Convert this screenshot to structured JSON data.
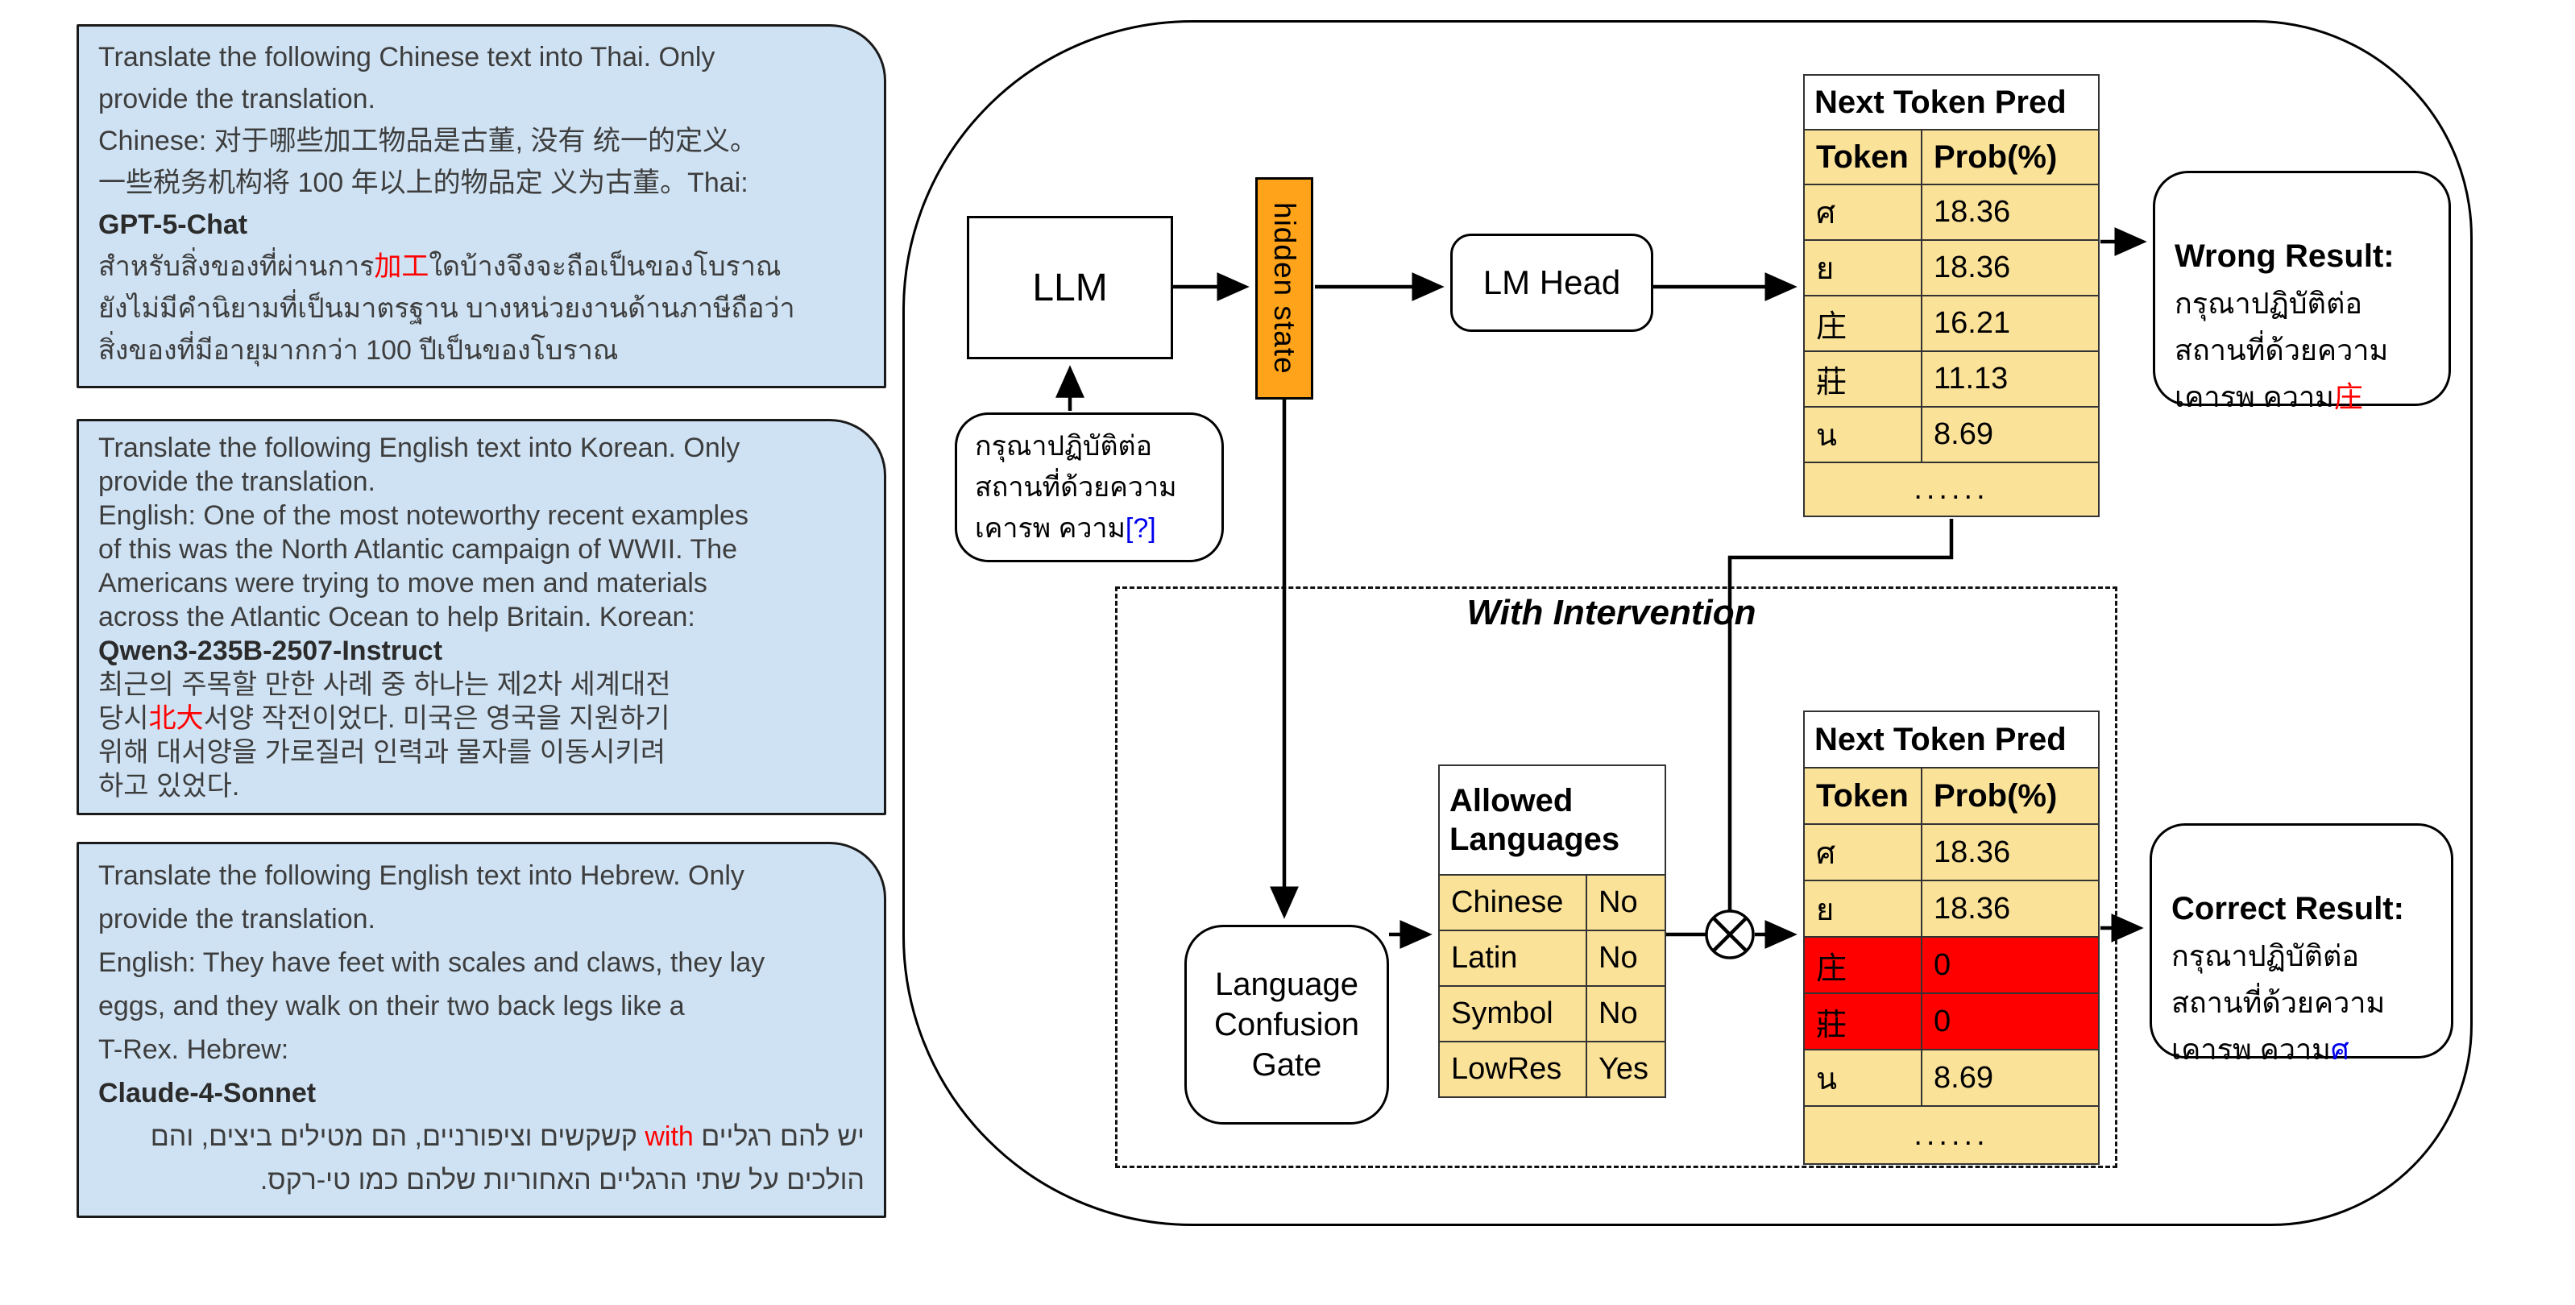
{
  "colors": {
    "panel_blue": "#CFE2F3",
    "cell_yellow": "#FBE299",
    "bar_orange": "#FFA31A",
    "blocked_red": "#FF0000",
    "wrong_token_red": "#FF0000",
    "correct_token_blue": "#0000EE"
  },
  "left_panel": {
    "boxes": [
      {
        "prompt": "Translate the following Chinese text into Thai. Only\nprovide the translation.\nChinese: 对于哪些加工物品是古董, 没有 统一的定义。\n一些税务机构将 100 年以上的物品定 义为古董。Thai:",
        "model_name": "GPT-5-Chat",
        "output_segments": [
          {
            "text": "สำหรับสิ่งของที่ผ่านการ",
            "color": ""
          },
          {
            "text": "加工",
            "color": "#FF0000"
          },
          {
            "text": "ใดบ้างจึงจะถือเป็นของโบราณ\nยังไม่มีคำนิยามที่เป็นมาตรฐาน บางหน่วยงานด้านภาษีถือว่า\nสิ่งของที่มีอายุมากกว่า 100 ปีเป็นของโบราณ",
            "color": ""
          }
        ]
      },
      {
        "prompt": "Translate the following English text into Korean. Only\nprovide the translation.\nEnglish: One of the most noteworthy recent examples\nof this was the North Atlantic campaign of WWII. The\nAmericans were trying to move men and materials\nacross the Atlantic Ocean to help Britain. Korean:",
        "model_name": "Qwen3-235B-2507-Instruct",
        "output_segments": [
          {
            "text": "최근의 주목할 만한 사례 중 하나는 제2차 세계대전\n당시",
            "color": ""
          },
          {
            "text": "北大",
            "color": "#FF0000"
          },
          {
            "text": "서양 작전이었다. 미국은 영국을 지원하기\n위해 대서양을 가로질러 인력과 물자를 이동시키려\n하고 있었다.",
            "color": ""
          }
        ]
      },
      {
        "prompt": "Translate the following English text into Hebrew. Only\nprovide the translation.\nEnglish: They have feet with scales and claws, they lay\neggs, and they walk on their two back legs like a\nT-Rex. Hebrew:",
        "model_name": "Claude-4-Sonnet",
        "output_segments": [
          {
            "text": "יש להם רגליים ",
            "color": ""
          },
          {
            "text": "with",
            "color": "#FF0000"
          },
          {
            "text": " קשקשים וציפורניים, הם מטילים ביצים, והם\nהולכים על שתי הרגליים האחוריות שלהם כמו טי-רקס.",
            "color": ""
          }
        ]
      }
    ]
  },
  "diagram": {
    "llm_label": "LLM",
    "hidden_state_label": "hidden state",
    "lm_head_label": "LM Head",
    "gate_label": "Language\nConfusion\nGate",
    "with_intervention_label": "With Intervention",
    "input_prompt": {
      "segments": [
        {
          "text": "กรุณาปฏิบัติต่อ\nสถานที่ด้วยความ\nเคารพ ความ",
          "color": ""
        },
        {
          "text": "[?]",
          "color": "#0000EE"
        }
      ]
    },
    "token_table_top": {
      "title": "Next Token Pred",
      "col_token": "Token",
      "col_prob": "Prob(%)",
      "rows": [
        {
          "token": "ศ",
          "prob": "18.36",
          "blocked": false
        },
        {
          "token": "ย",
          "prob": "18.36",
          "blocked": false
        },
        {
          "token": "庄",
          "prob": "16.21",
          "blocked": false
        },
        {
          "token": "莊",
          "prob": "11.13",
          "blocked": false
        },
        {
          "token": "น",
          "prob": "8.69",
          "blocked": false
        }
      ],
      "ellipsis": "......"
    },
    "token_table_bottom": {
      "title": "Next Token Pred",
      "col_token": "Token",
      "col_prob": "Prob(%)",
      "rows": [
        {
          "token": "ศ",
          "prob": "18.36",
          "blocked": false
        },
        {
          "token": "ย",
          "prob": "18.36",
          "blocked": false
        },
        {
          "token": "庄",
          "prob": "0",
          "blocked": true
        },
        {
          "token": "莊",
          "prob": "0",
          "blocked": true
        },
        {
          "token": "น",
          "prob": "8.69",
          "blocked": false
        }
      ],
      "ellipsis": "......"
    },
    "allowed_table": {
      "title": "Allowed\nLanguages",
      "rows": [
        {
          "lang": "Chinese",
          "allowed": "No"
        },
        {
          "lang": "Latin",
          "allowed": "No"
        },
        {
          "lang": "Symbol",
          "allowed": "No"
        },
        {
          "lang": "LowRes",
          "allowed": "Yes"
        }
      ]
    },
    "wrong_result": {
      "title": "Wrong Result:",
      "segments": [
        {
          "text": "กรุณาปฏิบัติต่อ\nสถานที่ด้วยความ\nเคารพ ความ",
          "color": ""
        },
        {
          "text": "庄",
          "color": "#FF0000"
        }
      ]
    },
    "correct_result": {
      "title": "Correct Result:",
      "segments": [
        {
          "text": "กรุณาปฏิบัติต่อ\nสถานที่ด้วยความ\nเคารพ ความ",
          "color": ""
        },
        {
          "text": "ศ",
          "color": "#0000EE"
        }
      ]
    }
  }
}
